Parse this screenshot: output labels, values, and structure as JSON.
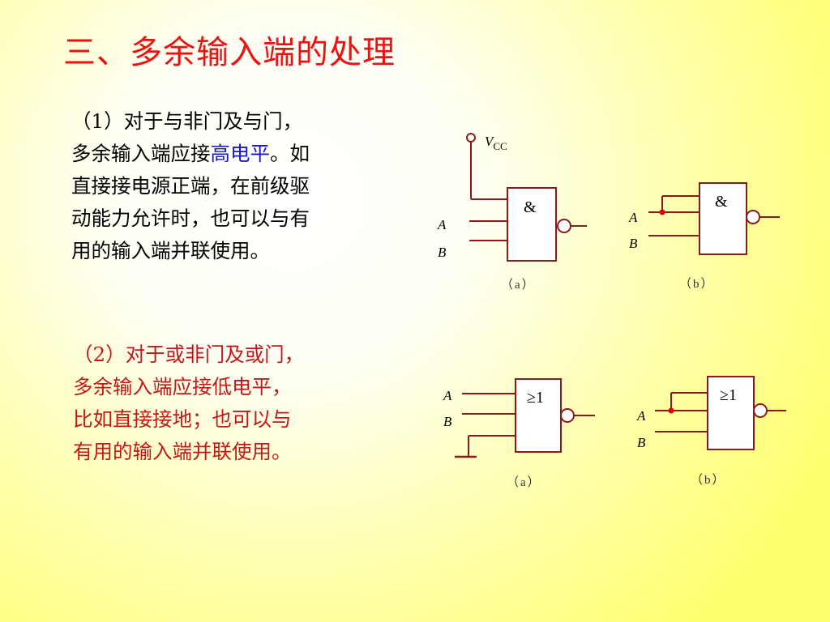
{
  "title": "三、多余输入端的处理",
  "section1": {
    "lines": [
      "（1）对于与非门及与门，",
      "多余输入端应接",
      "直接接电源正端，在前级驱",
      "动能力允许时，也可以与有",
      "用的输入端并联使用。"
    ],
    "highlight": "高电平",
    "after_highlight": "。如"
  },
  "section2": {
    "lines": [
      "（2）对于或非门及或门，",
      "多余输入端应接低电平，",
      "比如直接接地；也可以与",
      "有用的输入端并联使用。"
    ]
  },
  "diagrams": {
    "vcc_label": "V",
    "vcc_sub": "CC",
    "input_a": "A",
    "input_b": "B",
    "and_symbol": "&",
    "or_symbol": "≥1",
    "caption_a": "（a）",
    "caption_b": "（b）"
  },
  "colors": {
    "title": "#ee1111",
    "section1_text": "#000000",
    "highlight": "#1818c8",
    "section2_text": "#c41818",
    "wire": "#8b1a1a",
    "gate_fill": "#ffffff",
    "node": "#dd0000"
  }
}
